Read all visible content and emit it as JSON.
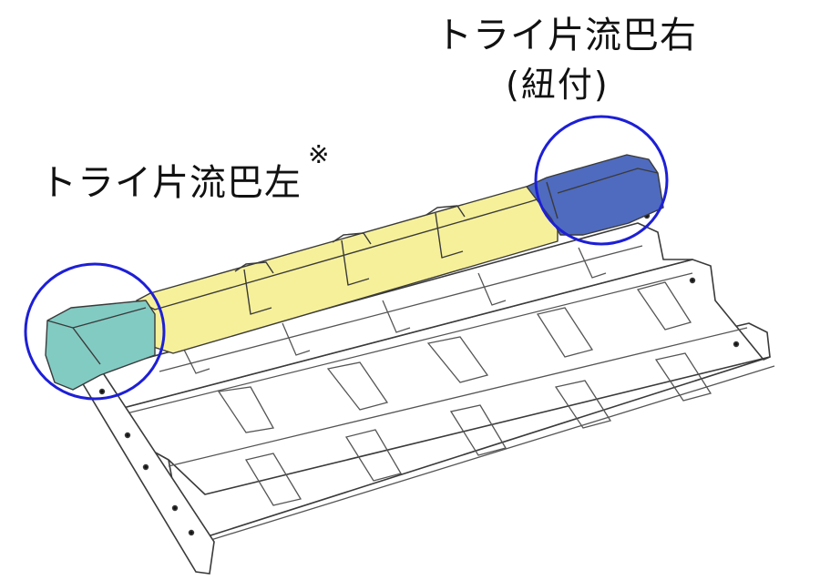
{
  "labels": {
    "right_line1": "トライ片流巴右",
    "right_line2": "(紐付)",
    "left": "トライ片流巴左",
    "left_mark": "※"
  },
  "colors": {
    "ridge_yellow": "#f6f09a",
    "left_cap": "#82cbc3",
    "right_cap": "#4f6bbf",
    "highlight_circle": "#1d1fd6",
    "outline": "#3a3a3a",
    "tile_fill": "#ffffff"
  }
}
